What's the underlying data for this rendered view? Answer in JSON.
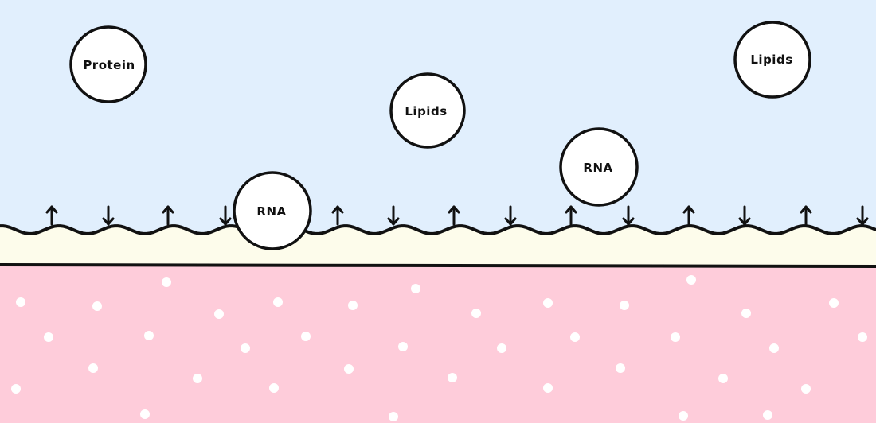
{
  "colors": {
    "sky": "#E1EFFD",
    "membrane": "#FDFCEB",
    "tissue": "#FECCDA",
    "dots": "#FFFFFF",
    "outline": "#111111",
    "bubble_fill": "#FFFFFF"
  },
  "bubbles": [
    {
      "id": "bubble-protein",
      "label": "Protein"
    },
    {
      "id": "bubble-lipids-center",
      "label": "Lipids"
    },
    {
      "id": "bubble-lipids-right",
      "label": "Lipids"
    },
    {
      "id": "bubble-rna-floating",
      "label": "RNA"
    },
    {
      "id": "bubble-rna-membrane",
      "label": "RNA"
    }
  ],
  "arrows": [
    "up",
    "down",
    "up",
    "down",
    "up",
    "down",
    "up",
    "down",
    "up",
    "down",
    "up",
    "down",
    "up",
    "down",
    "up",
    "down"
  ]
}
